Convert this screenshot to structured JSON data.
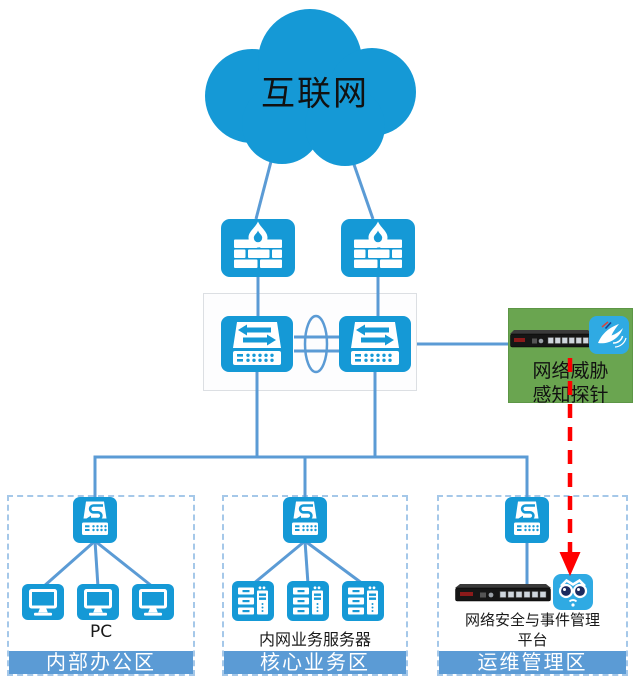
{
  "internet": {
    "label": "互联网"
  },
  "probe": {
    "label_line1": "网络威胁",
    "label_line2": "感知探针"
  },
  "zones": {
    "office": {
      "banner": "内部办公区",
      "device_label": "PC"
    },
    "core": {
      "banner": "核心业务区",
      "device_label": "内网业务服务器"
    },
    "ops": {
      "banner": "运维管理区",
      "device_label_line1": "网络安全与事件管理",
      "device_label_line2": "平台"
    }
  },
  "icons": {
    "internet-cloud": "blue cloud shape",
    "firewall-icon": "brick wall with flame on blue tile",
    "router-icon": "two-way arrows device on blue tile",
    "switch-icon": "s-arrow device on blue tile",
    "pc-icon": "monitor on blue tile",
    "server-icon": "rack cabinet on blue tile",
    "probe-appliance": "black rack appliance photo",
    "bird-app-icon": "hummingbird app tile",
    "siem-appliance": "black rack appliance photo",
    "owl-app-icon": "owl app tile",
    "ha-link-ellipse": "ellipse over twin links",
    "red-dashed-arrow": "red dashed arrow pointing down"
  },
  "colors": {
    "device_blue": "#1599d6",
    "connector_blue": "#5b9bd5",
    "banner_blue": "#5b9bd5",
    "zone_border_blue": "#a5c8e9",
    "probe_green": "#6aa550",
    "alert_red": "#ff0000",
    "app_tile_blue": "#2faae3",
    "text_black": "#111111"
  }
}
